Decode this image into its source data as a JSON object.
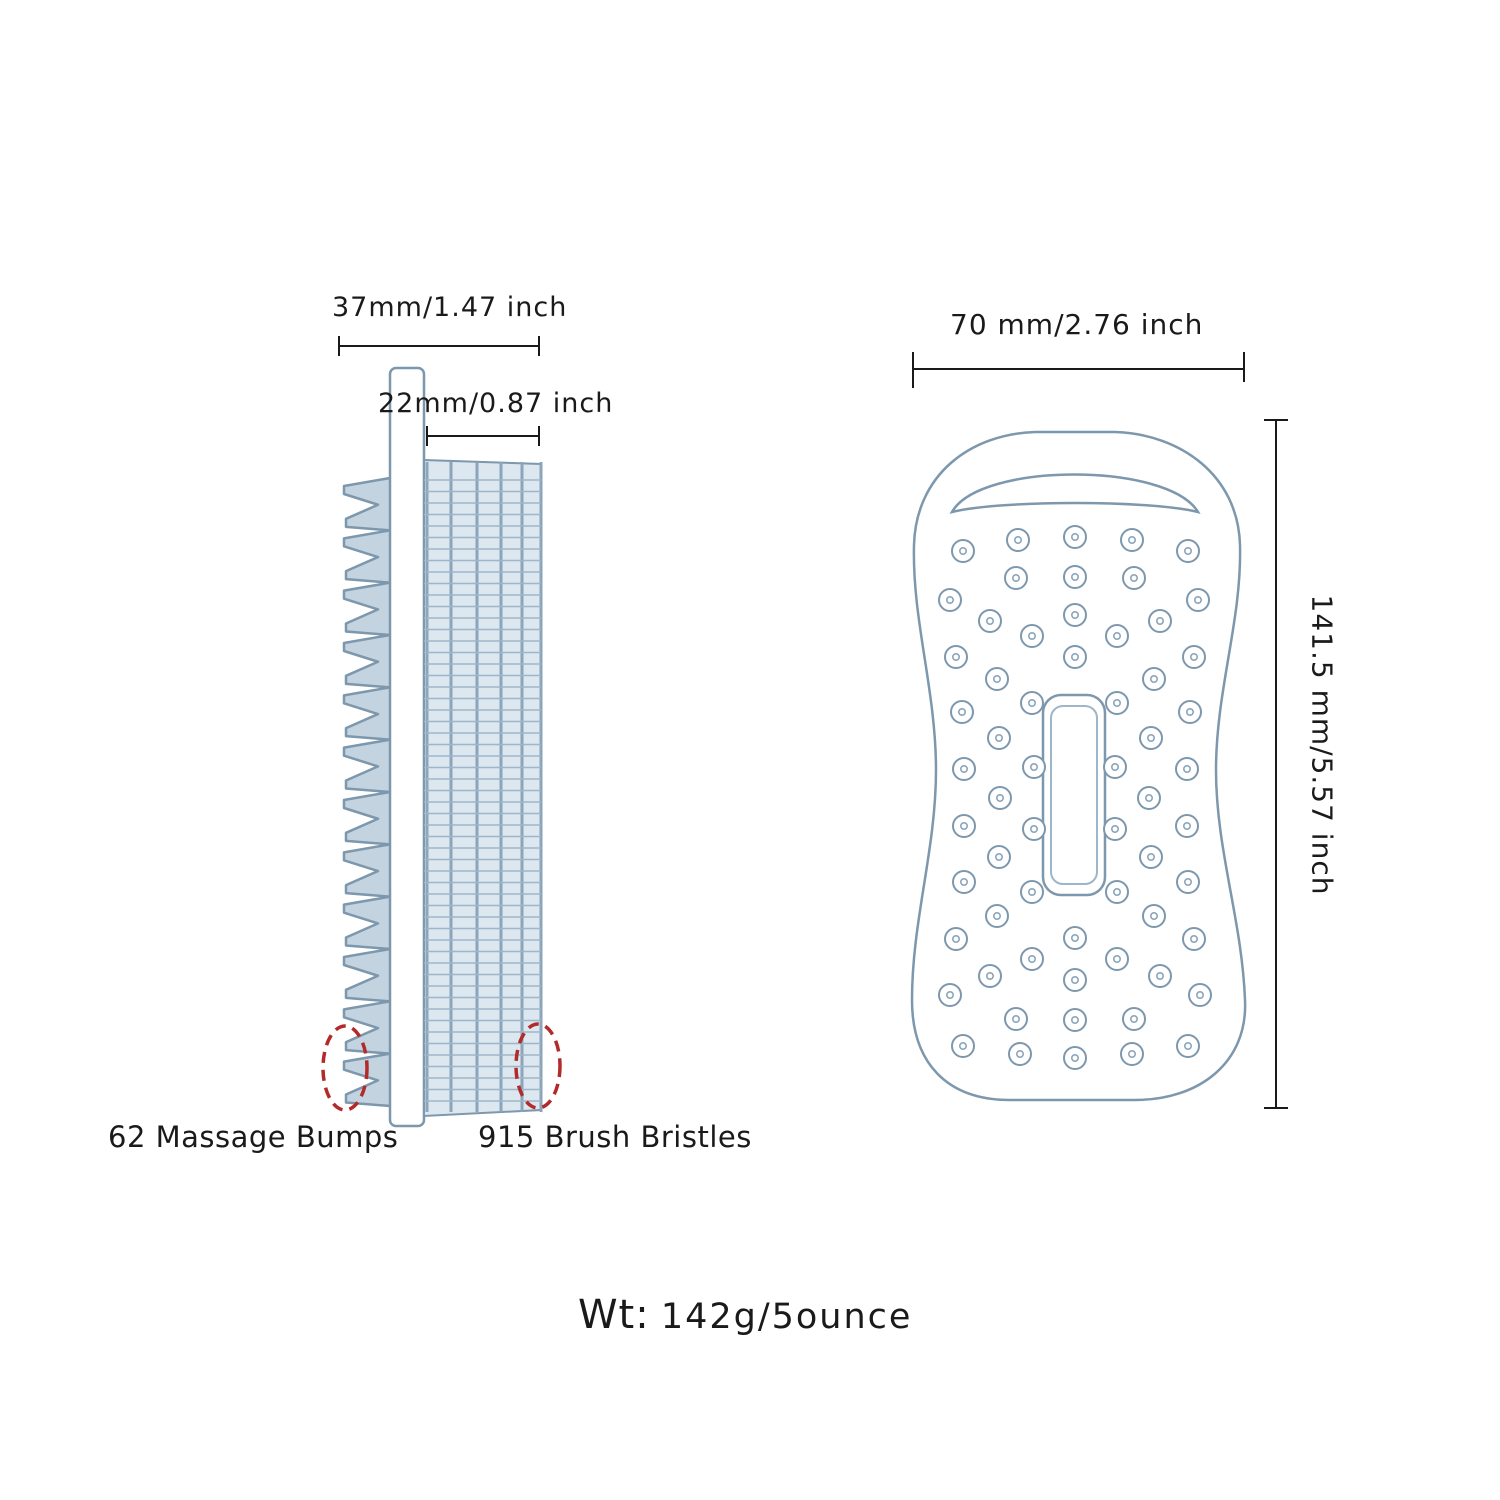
{
  "side_view": {
    "total_depth_label": "37mm/1.47 inch",
    "bristle_depth_label": "22mm/0.87 inch",
    "bumps_callout": "62 Massage Bumps",
    "bristles_callout": "915 Brush Bristles"
  },
  "front_view": {
    "width_label": "70 mm/2.76 inch",
    "height_label": "141.5 mm/5.57 inch"
  },
  "weight": {
    "key": "Wt:",
    "value": "142g/5ounce"
  },
  "colors": {
    "outline": "#7d97ad",
    "fill": "#a9bfd1",
    "dimension_line": "#1a1a1a",
    "callout_circle": "#b22a2a"
  }
}
